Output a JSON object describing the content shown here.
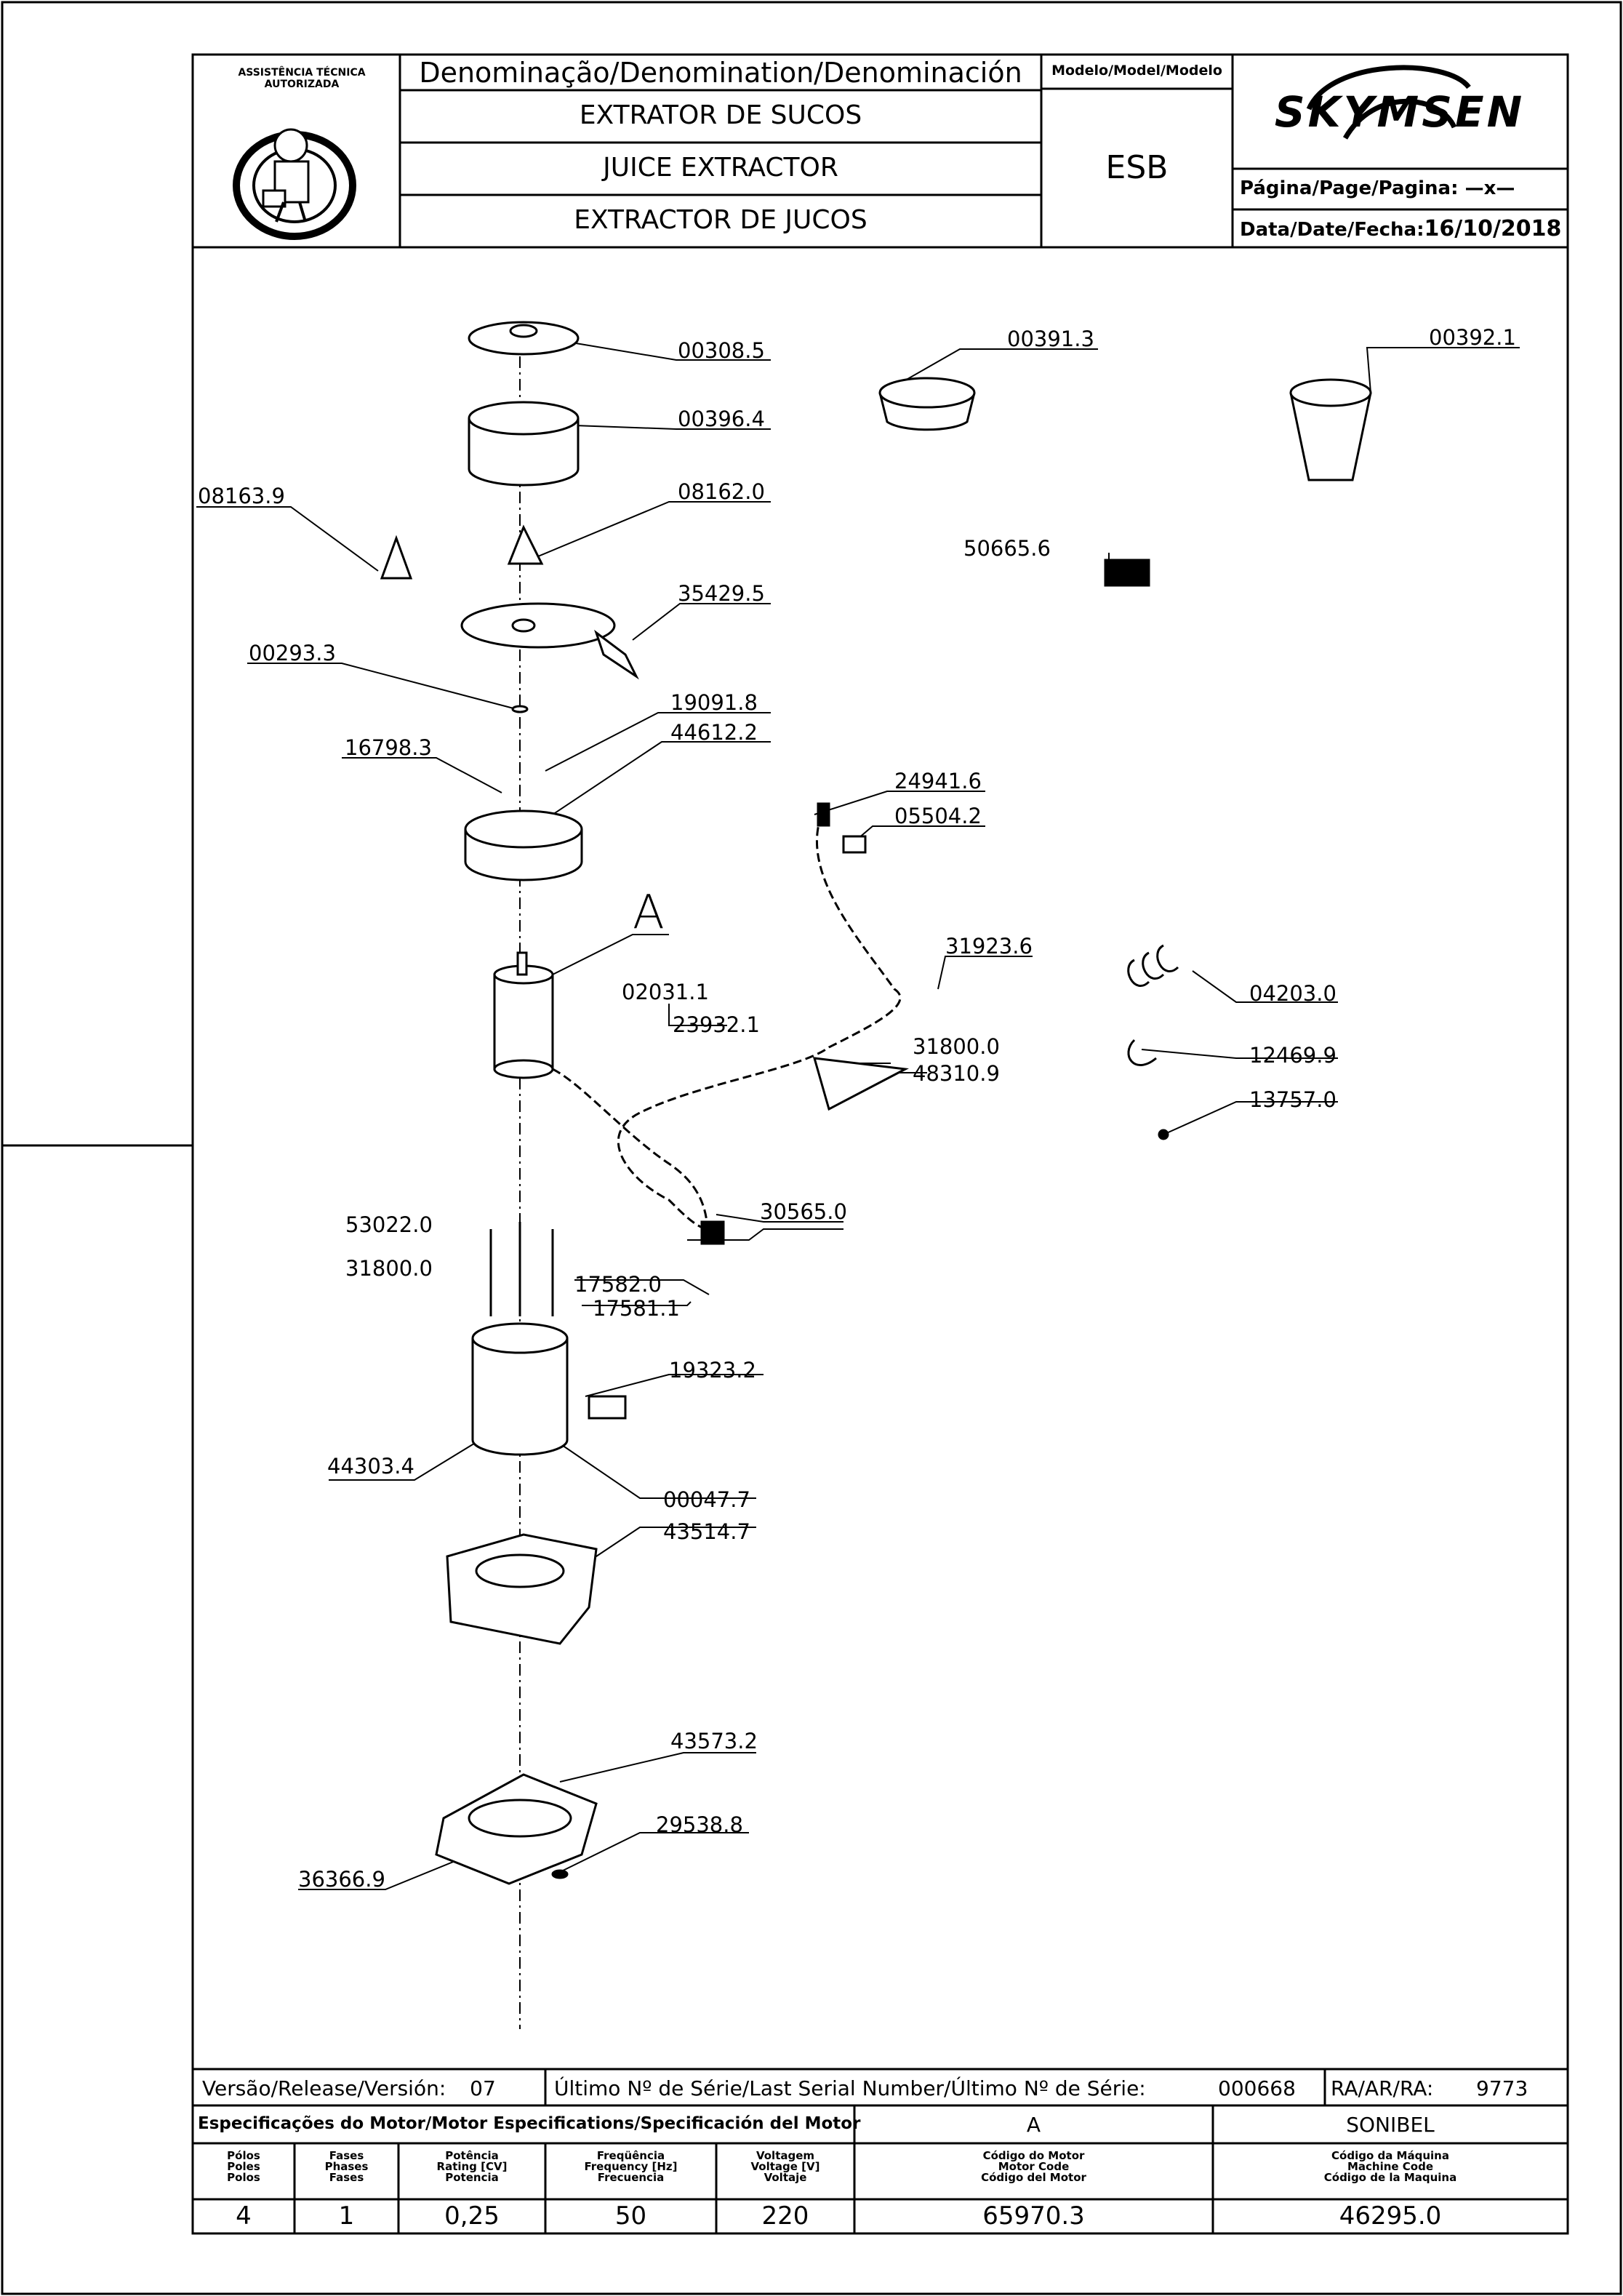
{
  "header": {
    "denomination_label": "Denominação/Denomination/Denominación",
    "name_pt": "EXTRATOR DE SUCOS",
    "name_en": "JUICE EXTRACTOR",
    "name_es": "EXTRACTOR DE JUCOS",
    "model_label": "Modelo/Model/Modelo",
    "model_value": "ESB",
    "brand": "SKYMSEN",
    "page_label": "Página/Page/Pagina:",
    "page_value": "—x—",
    "date_label": "Data/Date/Fecha:",
    "date_value": "16/10/2018",
    "seal_text": "ASSISTÊNCIA TÉCNICA AUTORIZADA"
  },
  "parts": [
    {
      "code": "00308.5"
    },
    {
      "code": "00396.4"
    },
    {
      "code": "08162.0"
    },
    {
      "code": "08163.9"
    },
    {
      "code": "35429.5"
    },
    {
      "code": "00293.3"
    },
    {
      "code": "19091.8"
    },
    {
      "code": "44612.2"
    },
    {
      "code": "16798.3"
    },
    {
      "code": "00391.3"
    },
    {
      "code": "00392.1"
    },
    {
      "code": "50665.6"
    },
    {
      "code": "24941.6"
    },
    {
      "code": "05504.2"
    },
    {
      "code": "31923.6"
    },
    {
      "code": "04203.0"
    },
    {
      "code": "12469.9"
    },
    {
      "code": "13757.0"
    },
    {
      "code": "02031.1"
    },
    {
      "code": "23932.1"
    },
    {
      "code": "31800.0"
    },
    {
      "code": "48310.9"
    },
    {
      "code": "30565.0"
    },
    {
      "code": "17582.0"
    },
    {
      "code": "17581.1"
    },
    {
      "code": "53022.0"
    },
    {
      "code": "31800.0"
    },
    {
      "code": "19323.2"
    },
    {
      "code": "44303.4"
    },
    {
      "code": "00047.7"
    },
    {
      "code": "43514.7"
    },
    {
      "code": "43573.2"
    },
    {
      "code": "29538.8"
    },
    {
      "code": "36366.9"
    }
  ],
  "callout_a": "A",
  "footer": {
    "release_label": "Versão/Release/Versión:",
    "release_value": "07",
    "serial_label": "Último Nº de Série/Last Serial Number/Último Nº de Série:",
    "serial_value": "000668",
    "ra_label": "RA/AR/RA:",
    "ra_value": "9773",
    "motor_spec_label": "Especificações do Motor/Motor Especifications/Specificación del Motor",
    "motor_code_letter": "A",
    "manufacturer": "SONIBEL",
    "col_poles": [
      "Pólos",
      "Poles",
      "Polos"
    ],
    "col_phases": [
      "Fases",
      "Phases",
      "Fases"
    ],
    "col_power": [
      "Potência",
      "Rating [CV]",
      "Potencia"
    ],
    "col_freq": [
      "Freqüência",
      "Frequency [Hz]",
      "Frecuencia"
    ],
    "col_voltage": [
      "Voltagem",
      "Voltage [V]",
      "Voltaje"
    ],
    "col_motor_code": [
      "Código do Motor",
      "Motor Code",
      "Código del Motor"
    ],
    "col_machine_code": [
      "Código da Máquina",
      "Machine Code",
      "Código de la Maquina"
    ],
    "poles": "4",
    "phases": "1",
    "power": "0,25",
    "frequency": "50",
    "voltage": "220",
    "motor_code": "65970.3",
    "machine_code": "46295.0"
  }
}
